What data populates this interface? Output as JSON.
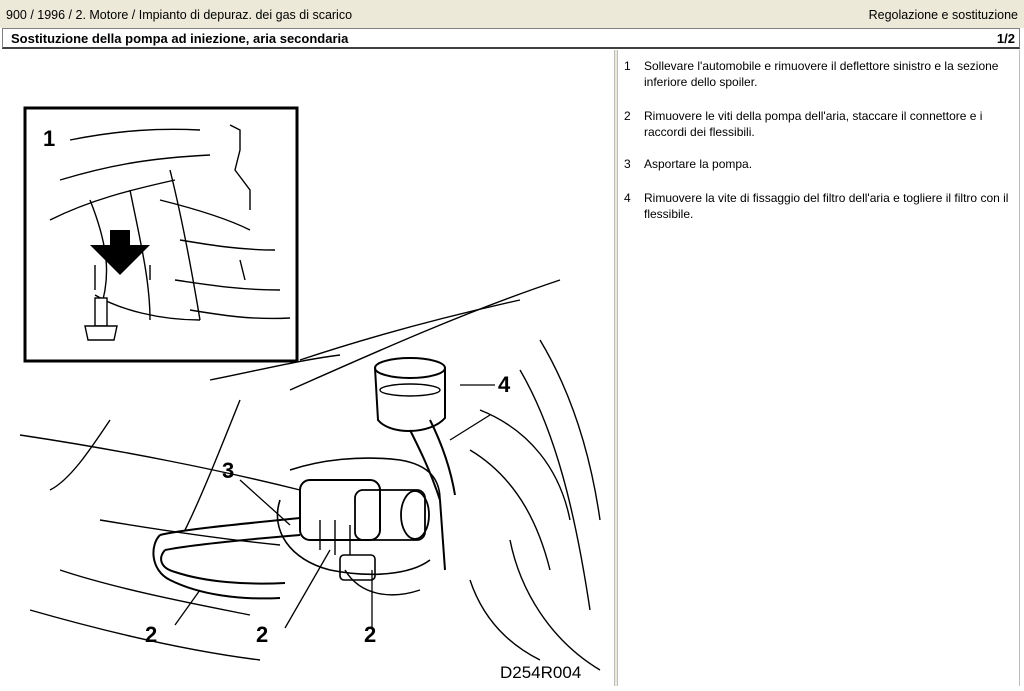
{
  "header": {
    "breadcrumb": "900 / 1996 / 2. Motore / Impianto di depuraz. dei gas di scarico",
    "section": "Regolazione e sostituzione"
  },
  "title": {
    "text": "Sostituzione della pompa ad iniezione, aria secondaria",
    "page": "1/2"
  },
  "figure": {
    "callouts": [
      "1",
      "2",
      "2",
      "2",
      "3",
      "4"
    ],
    "code": "D254R004"
  },
  "steps": [
    {
      "num": "1",
      "text": "Sollevare l'automobile e rimuovere il deflettore sinistro e la sezione inferiore dello spoiler."
    },
    {
      "num": "2",
      "text": "Rimuovere le viti della pompa dell'aria, staccare il connettore e i raccordi dei flessibili."
    },
    {
      "num": "3",
      "text": "Asportare la pompa."
    },
    {
      "num": "4",
      "text": "Rimuovere la vite di fissaggio del filtro dell'aria e togliere il filtro con il flessibile."
    }
  ]
}
